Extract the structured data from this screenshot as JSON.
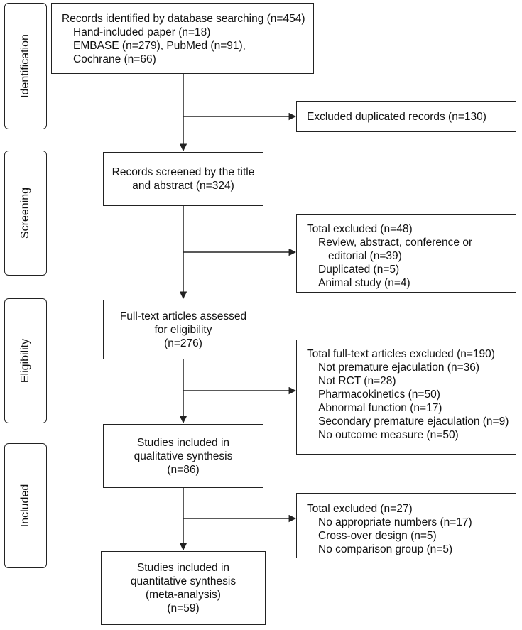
{
  "phases": {
    "identification": "Identification",
    "screening": "Screening",
    "eligibility": "Eligibility",
    "included": "Included"
  },
  "boxes": {
    "identified": {
      "title": "Records identified by database searching (n=454)",
      "lines": [
        "Hand-included paper (n=18)",
        "EMBASE (n=279), PubMed (n=91),",
        "Cochrane (n=66)"
      ]
    },
    "duplicates": {
      "title": "Excluded duplicated records (n=130)"
    },
    "screened": {
      "lines": [
        "Records screened by the title",
        "and abstract (n=324)"
      ]
    },
    "excluded_screen": {
      "title": "Total excluded (n=48)",
      "item1_a": "Review, abstract, conference or",
      "item1_b": "editorial (n=39)",
      "item2": "Duplicated (n=5)",
      "item3": "Animal study (n=4)"
    },
    "fulltext": {
      "lines": [
        "Full-text articles assessed",
        "for eligibility",
        "(n=276)"
      ]
    },
    "excluded_fulltext": {
      "title": "Total full-text articles excluded (n=190)",
      "items": [
        "Not premature ejaculation (n=36)",
        "Not RCT (n=28)",
        "Pharmacokinetics (n=50)",
        "Abnormal function (n=17)",
        "Secondary premature ejaculation (n=9)",
        "No outcome measure (n=50)"
      ]
    },
    "qualitative": {
      "lines": [
        "Studies included in",
        "qualitative synthesis",
        "(n=86)"
      ]
    },
    "excluded_qual": {
      "title": "Total excluded (n=27)",
      "items": [
        "No appropriate numbers (n=17)",
        "Cross-over design (n=5)",
        "No comparison group (n=5)"
      ]
    },
    "quantitative": {
      "lines": [
        "Studies included in",
        "quantitative synthesis",
        "(meta-analysis)",
        "(n=59)"
      ]
    }
  }
}
